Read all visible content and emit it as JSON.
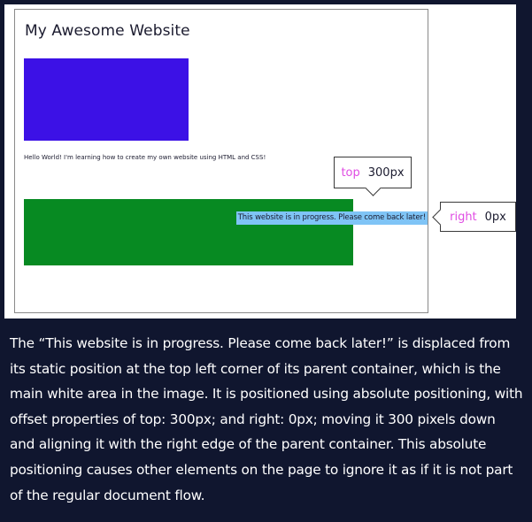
{
  "example": {
    "site_title": "My Awesome Website",
    "hello_text": "Hello World! I'm learning how to create my own website using HTML and CSS!",
    "progress_message": "This website is in progress. Please come back later!",
    "colors": {
      "purple_box": "#3c11e6",
      "green_box": "#078a22",
      "message_highlight": "#7fc4f6"
    }
  },
  "tooltips": {
    "top": {
      "property": "top",
      "value": "300px"
    },
    "right": {
      "property": "right",
      "value": "0px"
    }
  },
  "caption": "The “This website is in progress. Please come back later!” is displaced from its static position at the top left corner of its parent container, which is the main white area in the image. It is positioned using absolute positioning, with offset properties of top: 300px; and right: 0px; moving it 300 pixels down and aligning it with the right edge of the parent container. This absolute positioning causes other elements on the page to ignore it as if it is not part of the regular document flow."
}
